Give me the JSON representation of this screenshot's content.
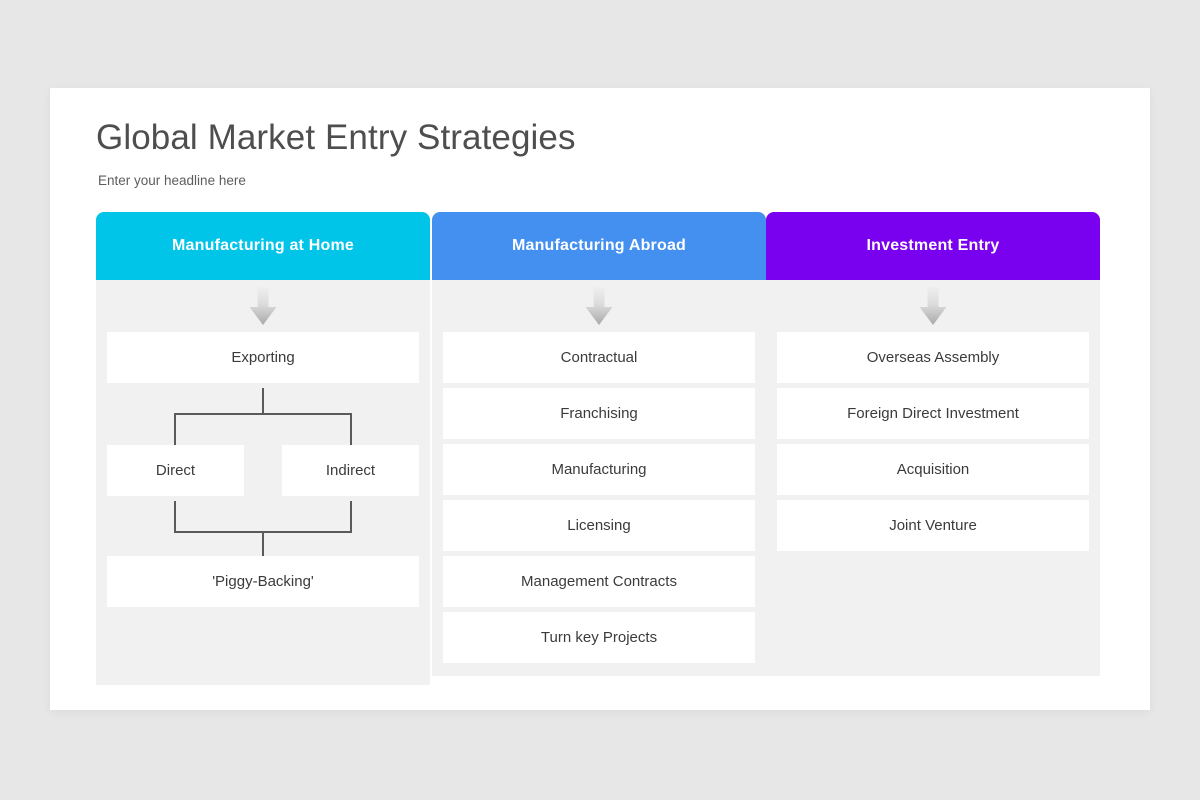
{
  "slide": {
    "title": "Global Market Entry Strategies",
    "subtitle": "Enter your headline here"
  },
  "colors": {
    "page_background": "#e8e7e8",
    "slide_background": "#ffffff",
    "panel_background": "#f1f1f1",
    "item_background": "#ffffff",
    "title_text": "#4e4e4e",
    "subtitle_text": "#5d5d5d",
    "item_text": "#3b3b3b",
    "connector_line": "#5a5a5a",
    "column_1_accent": "#00c4e8",
    "column_2_accent": "#4490f0",
    "column_3_accent": "#7a00f0"
  },
  "columns": [
    {
      "header": "Manufacturing at Home",
      "accent": "#00c4e8",
      "arrow_icon": "arrow-down-icon",
      "type": "tree",
      "root": "Exporting",
      "branches": [
        "Direct",
        "Indirect"
      ],
      "leaf": "'Piggy-Backing'"
    },
    {
      "header": "Manufacturing Abroad",
      "accent": "#4490f0",
      "arrow_icon": "arrow-down-icon",
      "type": "list",
      "items": [
        "Contractual",
        "Franchising",
        "Manufacturing",
        "Licensing",
        "Management Contracts",
        "Turn key Projects"
      ]
    },
    {
      "header": "Investment Entry",
      "accent": "#7a00f0",
      "arrow_icon": "arrow-down-icon",
      "type": "list",
      "items": [
        "Overseas Assembly",
        "Foreign Direct Investment",
        "Acquisition",
        "Joint Venture"
      ]
    }
  ]
}
